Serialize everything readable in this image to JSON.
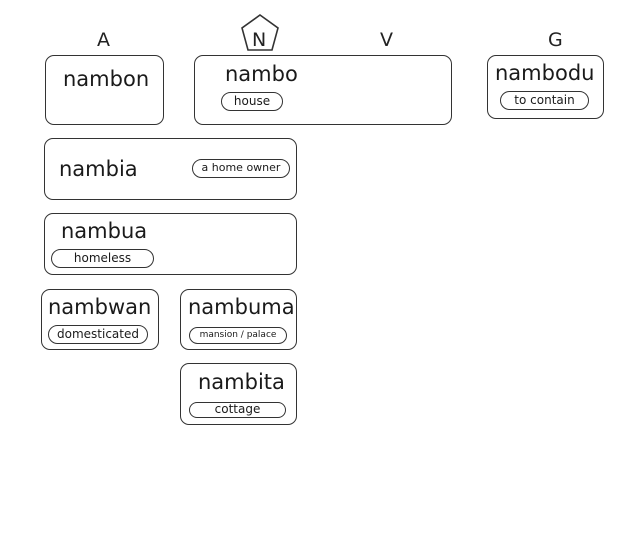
{
  "headers": {
    "a": "A",
    "n": "N",
    "v": "V",
    "g": "G"
  },
  "entries": {
    "nambon": {
      "word": "nambon"
    },
    "nambo": {
      "word": "nambo",
      "gloss": "house"
    },
    "nambodu": {
      "word": "nambodu",
      "gloss": "to contain"
    },
    "nambia": {
      "word": "nambia",
      "gloss": "a home owner"
    },
    "nambua": {
      "word": "nambua",
      "gloss": "homeless"
    },
    "nambwan": {
      "word": "nambwan",
      "gloss": "domesticated"
    },
    "nambuma": {
      "word": "nambuma",
      "gloss": "mansion / palace"
    },
    "nambita": {
      "word": "nambita",
      "gloss": "cottage"
    }
  }
}
